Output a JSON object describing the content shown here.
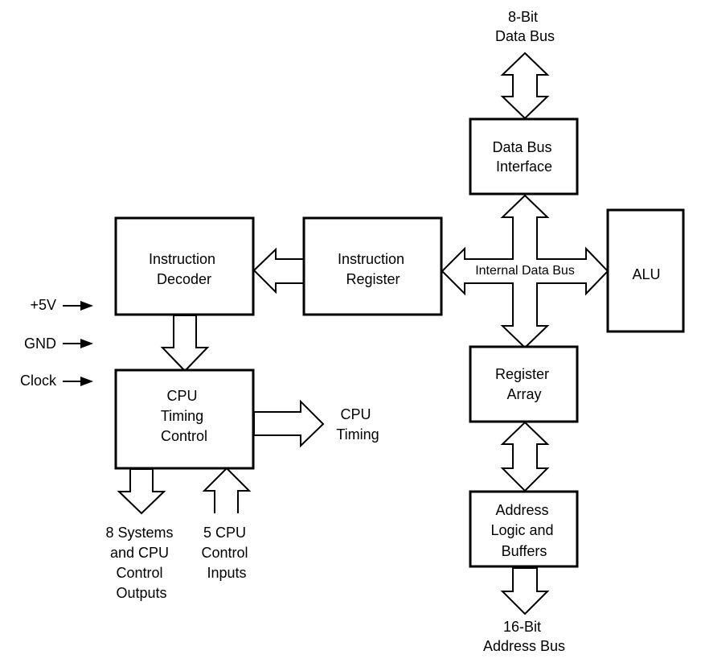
{
  "blocks": {
    "data_bus_interface": [
      "Data Bus",
      "Interface"
    ],
    "instruction_decoder": [
      "Instruction",
      "Decoder"
    ],
    "instruction_register": [
      "Instruction",
      "Register"
    ],
    "alu": [
      "ALU"
    ],
    "register_array": [
      "Register",
      "Array"
    ],
    "cpu_timing_control": [
      "CPU",
      "Timing",
      "Control"
    ],
    "address_logic": [
      "Address",
      "Logic and",
      "Buffers"
    ]
  },
  "labels": {
    "data_bus_8bit": [
      "8-Bit",
      "Data Bus"
    ],
    "internal_data_bus": "Internal Data Bus",
    "cpu_timing_out": [
      "CPU",
      "Timing"
    ],
    "address_bus_16bit": [
      "16-Bit",
      "Address Bus"
    ],
    "plus5v": "+5V",
    "gnd": "GND",
    "clock": "Clock",
    "systems_outputs": [
      "8 Systems",
      "and CPU",
      "Control",
      "Outputs"
    ],
    "cpu_control_inputs": [
      "5 CPU",
      "Control",
      "Inputs"
    ]
  }
}
